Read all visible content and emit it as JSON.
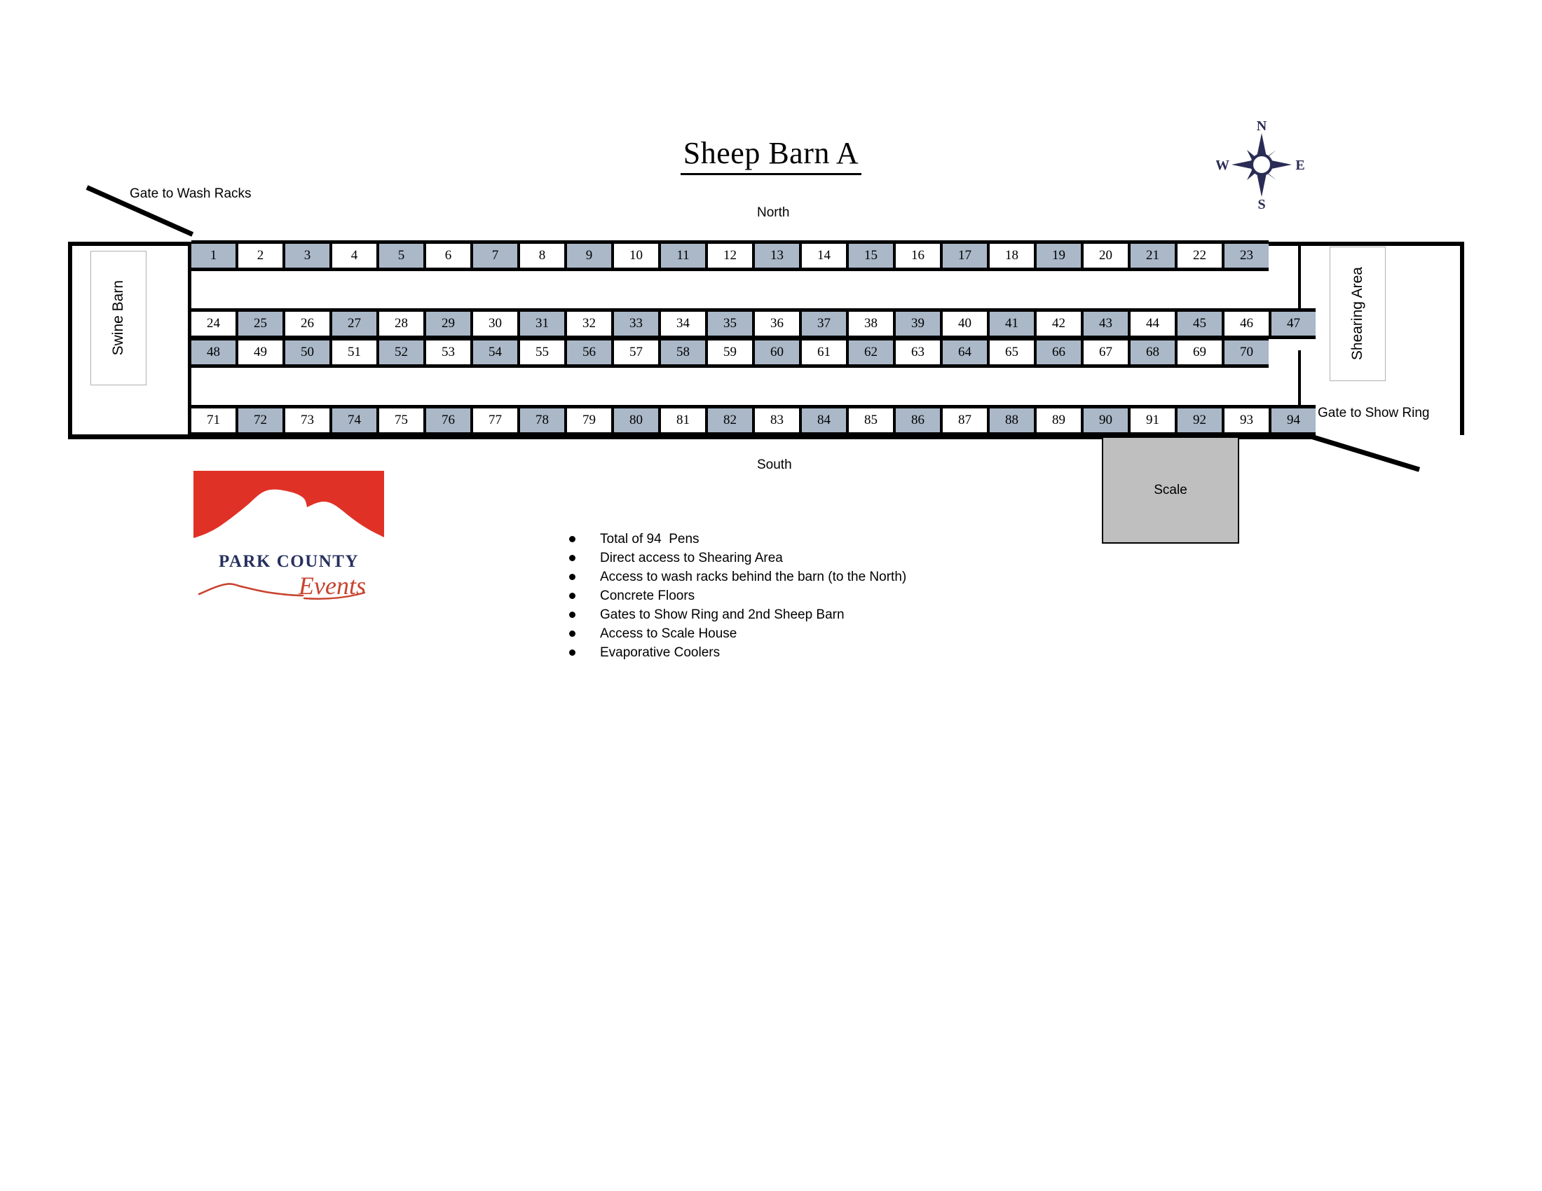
{
  "title": "Sheep Barn A",
  "compass": {
    "north": "N",
    "west": "W",
    "east": "E",
    "south": "S",
    "color": "#2a2c55"
  },
  "directions": {
    "north": "North",
    "south": "South"
  },
  "gates": {
    "wash_racks": "Gate to Wash Racks",
    "show_ring": "Gate to\nShow Ring"
  },
  "areas": {
    "swine_barn": "Swine Barn",
    "shearing_area": "Shearing Area",
    "scale": "Scale"
  },
  "colors": {
    "pen_blue": "#aab8c8",
    "pen_white": "#ffffff",
    "scale_gray": "#bfbfbf",
    "logo_red": "#e03127",
    "logo_navy": "#27315e",
    "wall_black": "#000000"
  },
  "pen_rows": [
    {
      "name": "row-1",
      "pens": [
        {
          "number": "1",
          "fill": "blue"
        },
        {
          "number": "2",
          "fill": "white"
        },
        {
          "number": "3",
          "fill": "blue"
        },
        {
          "number": "4",
          "fill": "white"
        },
        {
          "number": "5",
          "fill": "blue"
        },
        {
          "number": "6",
          "fill": "white"
        },
        {
          "number": "7",
          "fill": "blue"
        },
        {
          "number": "8",
          "fill": "white"
        },
        {
          "number": "9",
          "fill": "blue"
        },
        {
          "number": "10",
          "fill": "white"
        },
        {
          "number": "11",
          "fill": "blue"
        },
        {
          "number": "12",
          "fill": "white"
        },
        {
          "number": "13",
          "fill": "blue"
        },
        {
          "number": "14",
          "fill": "white"
        },
        {
          "number": "15",
          "fill": "blue"
        },
        {
          "number": "16",
          "fill": "white"
        },
        {
          "number": "17",
          "fill": "blue"
        },
        {
          "number": "18",
          "fill": "white"
        },
        {
          "number": "19",
          "fill": "blue"
        },
        {
          "number": "20",
          "fill": "white"
        },
        {
          "number": "21",
          "fill": "blue"
        },
        {
          "number": "22",
          "fill": "white"
        },
        {
          "number": "23",
          "fill": "blue"
        }
      ]
    },
    {
      "name": "row-2",
      "pens": [
        {
          "number": "24",
          "fill": "white"
        },
        {
          "number": "25",
          "fill": "blue"
        },
        {
          "number": "26",
          "fill": "white"
        },
        {
          "number": "27",
          "fill": "blue"
        },
        {
          "number": "28",
          "fill": "white"
        },
        {
          "number": "29",
          "fill": "blue"
        },
        {
          "number": "30",
          "fill": "white"
        },
        {
          "number": "31",
          "fill": "blue"
        },
        {
          "number": "32",
          "fill": "white"
        },
        {
          "number": "33",
          "fill": "blue"
        },
        {
          "number": "34",
          "fill": "white"
        },
        {
          "number": "35",
          "fill": "blue"
        },
        {
          "number": "36",
          "fill": "white"
        },
        {
          "number": "37",
          "fill": "blue"
        },
        {
          "number": "38",
          "fill": "white"
        },
        {
          "number": "39",
          "fill": "blue"
        },
        {
          "number": "40",
          "fill": "white"
        },
        {
          "number": "41",
          "fill": "blue"
        },
        {
          "number": "42",
          "fill": "white"
        },
        {
          "number": "43",
          "fill": "blue"
        },
        {
          "number": "44",
          "fill": "white"
        },
        {
          "number": "45",
          "fill": "blue"
        },
        {
          "number": "46",
          "fill": "white"
        },
        {
          "number": "47",
          "fill": "blue"
        }
      ]
    },
    {
      "name": "row-3",
      "pens": [
        {
          "number": "48",
          "fill": "blue"
        },
        {
          "number": "49",
          "fill": "white"
        },
        {
          "number": "50",
          "fill": "blue"
        },
        {
          "number": "51",
          "fill": "white"
        },
        {
          "number": "52",
          "fill": "blue"
        },
        {
          "number": "53",
          "fill": "white"
        },
        {
          "number": "54",
          "fill": "blue"
        },
        {
          "number": "55",
          "fill": "white"
        },
        {
          "number": "56",
          "fill": "blue"
        },
        {
          "number": "57",
          "fill": "white"
        },
        {
          "number": "58",
          "fill": "blue"
        },
        {
          "number": "59",
          "fill": "white"
        },
        {
          "number": "60",
          "fill": "blue"
        },
        {
          "number": "61",
          "fill": "white"
        },
        {
          "number": "62",
          "fill": "blue"
        },
        {
          "number": "63",
          "fill": "white"
        },
        {
          "number": "64",
          "fill": "blue"
        },
        {
          "number": "65",
          "fill": "white"
        },
        {
          "number": "66",
          "fill": "blue"
        },
        {
          "number": "67",
          "fill": "white"
        },
        {
          "number": "68",
          "fill": "blue"
        },
        {
          "number": "69",
          "fill": "white"
        },
        {
          "number": "70",
          "fill": "blue"
        }
      ]
    },
    {
      "name": "row-4",
      "pens": [
        {
          "number": "71",
          "fill": "white"
        },
        {
          "number": "72",
          "fill": "blue"
        },
        {
          "number": "73",
          "fill": "white"
        },
        {
          "number": "74",
          "fill": "blue"
        },
        {
          "number": "75",
          "fill": "white"
        },
        {
          "number": "76",
          "fill": "blue"
        },
        {
          "number": "77",
          "fill": "white"
        },
        {
          "number": "78",
          "fill": "blue"
        },
        {
          "number": "79",
          "fill": "white"
        },
        {
          "number": "80",
          "fill": "blue"
        },
        {
          "number": "81",
          "fill": "white"
        },
        {
          "number": "82",
          "fill": "blue"
        },
        {
          "number": "83",
          "fill": "white"
        },
        {
          "number": "84",
          "fill": "blue"
        },
        {
          "number": "85",
          "fill": "white"
        },
        {
          "number": "86",
          "fill": "blue"
        },
        {
          "number": "87",
          "fill": "white"
        },
        {
          "number": "88",
          "fill": "blue"
        },
        {
          "number": "89",
          "fill": "white"
        },
        {
          "number": "90",
          "fill": "blue"
        },
        {
          "number": "91",
          "fill": "white"
        },
        {
          "number": "92",
          "fill": "blue"
        },
        {
          "number": "93",
          "fill": "white"
        },
        {
          "number": "94",
          "fill": "blue"
        }
      ]
    }
  ],
  "logo": {
    "name_top": "PARK COUNTY",
    "name_script": "Events"
  },
  "features": [
    "Total of 94  Pens",
    "Direct access to Shearing Area",
    "Access to wash racks behind the barn (to the North)",
    "Concrete Floors",
    "Gates to Show Ring and 2nd Sheep Barn",
    "Access to Scale House",
    "Evaporative Coolers"
  ]
}
